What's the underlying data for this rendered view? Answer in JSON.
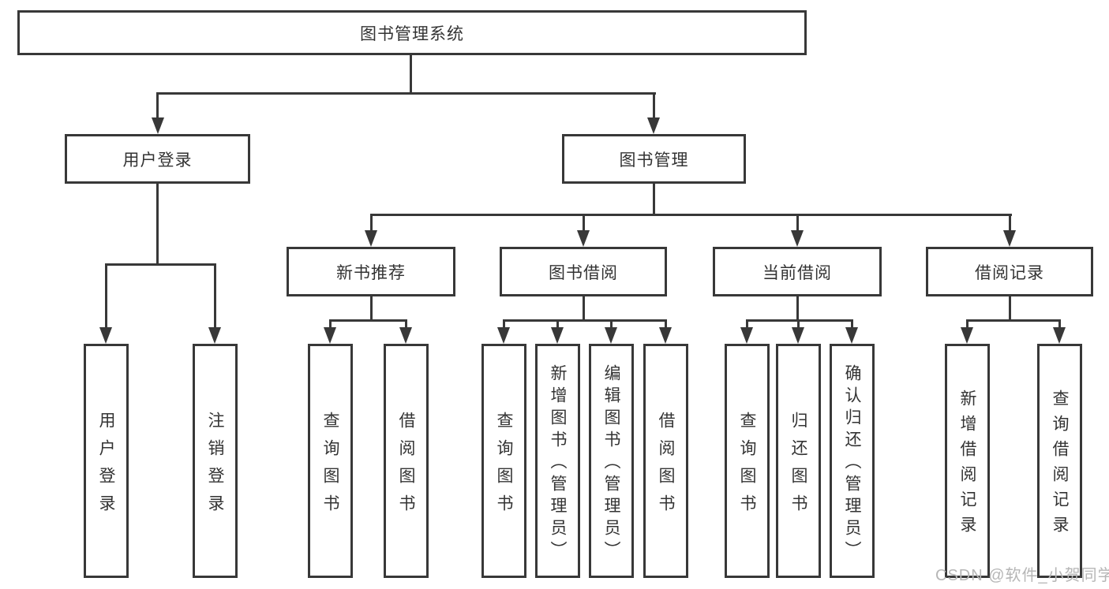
{
  "diagram": {
    "title": "图书管理系统",
    "colors": {
      "line": "#383838",
      "text": "#333333",
      "background": "#ffffff",
      "watermark": "#b6b6b6"
    },
    "root": {
      "label": "图书管理系统"
    },
    "level2": [
      {
        "label": "用户登录"
      },
      {
        "label": "图书管理"
      }
    ],
    "level3": [
      {
        "label": "新书推荐"
      },
      {
        "label": "图书借阅"
      },
      {
        "label": "当前借阅"
      },
      {
        "label": "借阅记录"
      }
    ],
    "leaves": {
      "login": [
        "用户登录",
        "注销登录"
      ],
      "newbook": [
        "查询图书",
        "借阅图书"
      ],
      "borrow": [
        "查询图书",
        "新增图书（管理员）",
        "编辑图书（管理员）",
        "借阅图书"
      ],
      "current": [
        "查询图书",
        "归还图书",
        "确认归还（管理员）"
      ],
      "records": [
        "新增借阅记录",
        "查询借阅记录"
      ]
    },
    "watermark": "CSDN @软件_小贺同学"
  }
}
